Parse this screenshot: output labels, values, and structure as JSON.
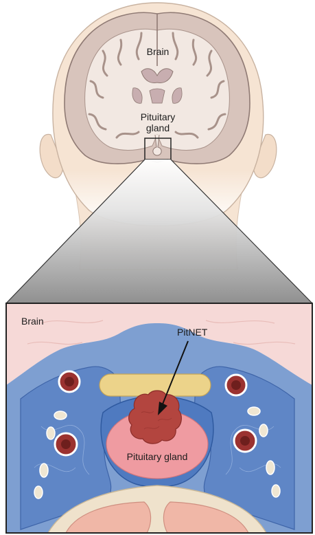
{
  "labels": {
    "top_brain": "Brain",
    "top_pituitary_line1": "Pituitary",
    "top_pituitary_line2": "gland",
    "inset_brain": "Brain",
    "inset_pitnet": "PitNET",
    "inset_pituitary": "Pituitary gland"
  },
  "colors": {
    "skin": "#f6e4d3",
    "skin_outline": "#c8b2a0",
    "brain_fill": "#d8c4bc",
    "brain_outline": "#8f7a74",
    "gray_matter": "#f2e8e2",
    "inset_brain": "#f6d9d7",
    "bone_blue": "#8aa9d6",
    "sinus_blue": "#5e86c8",
    "vessel_red": "#9b3230",
    "gland_pink": "#ee9aa0",
    "tumor": "#b3453f",
    "chiasm_yellow": "#ecd38a",
    "bone_beige": "#efe2cc"
  }
}
